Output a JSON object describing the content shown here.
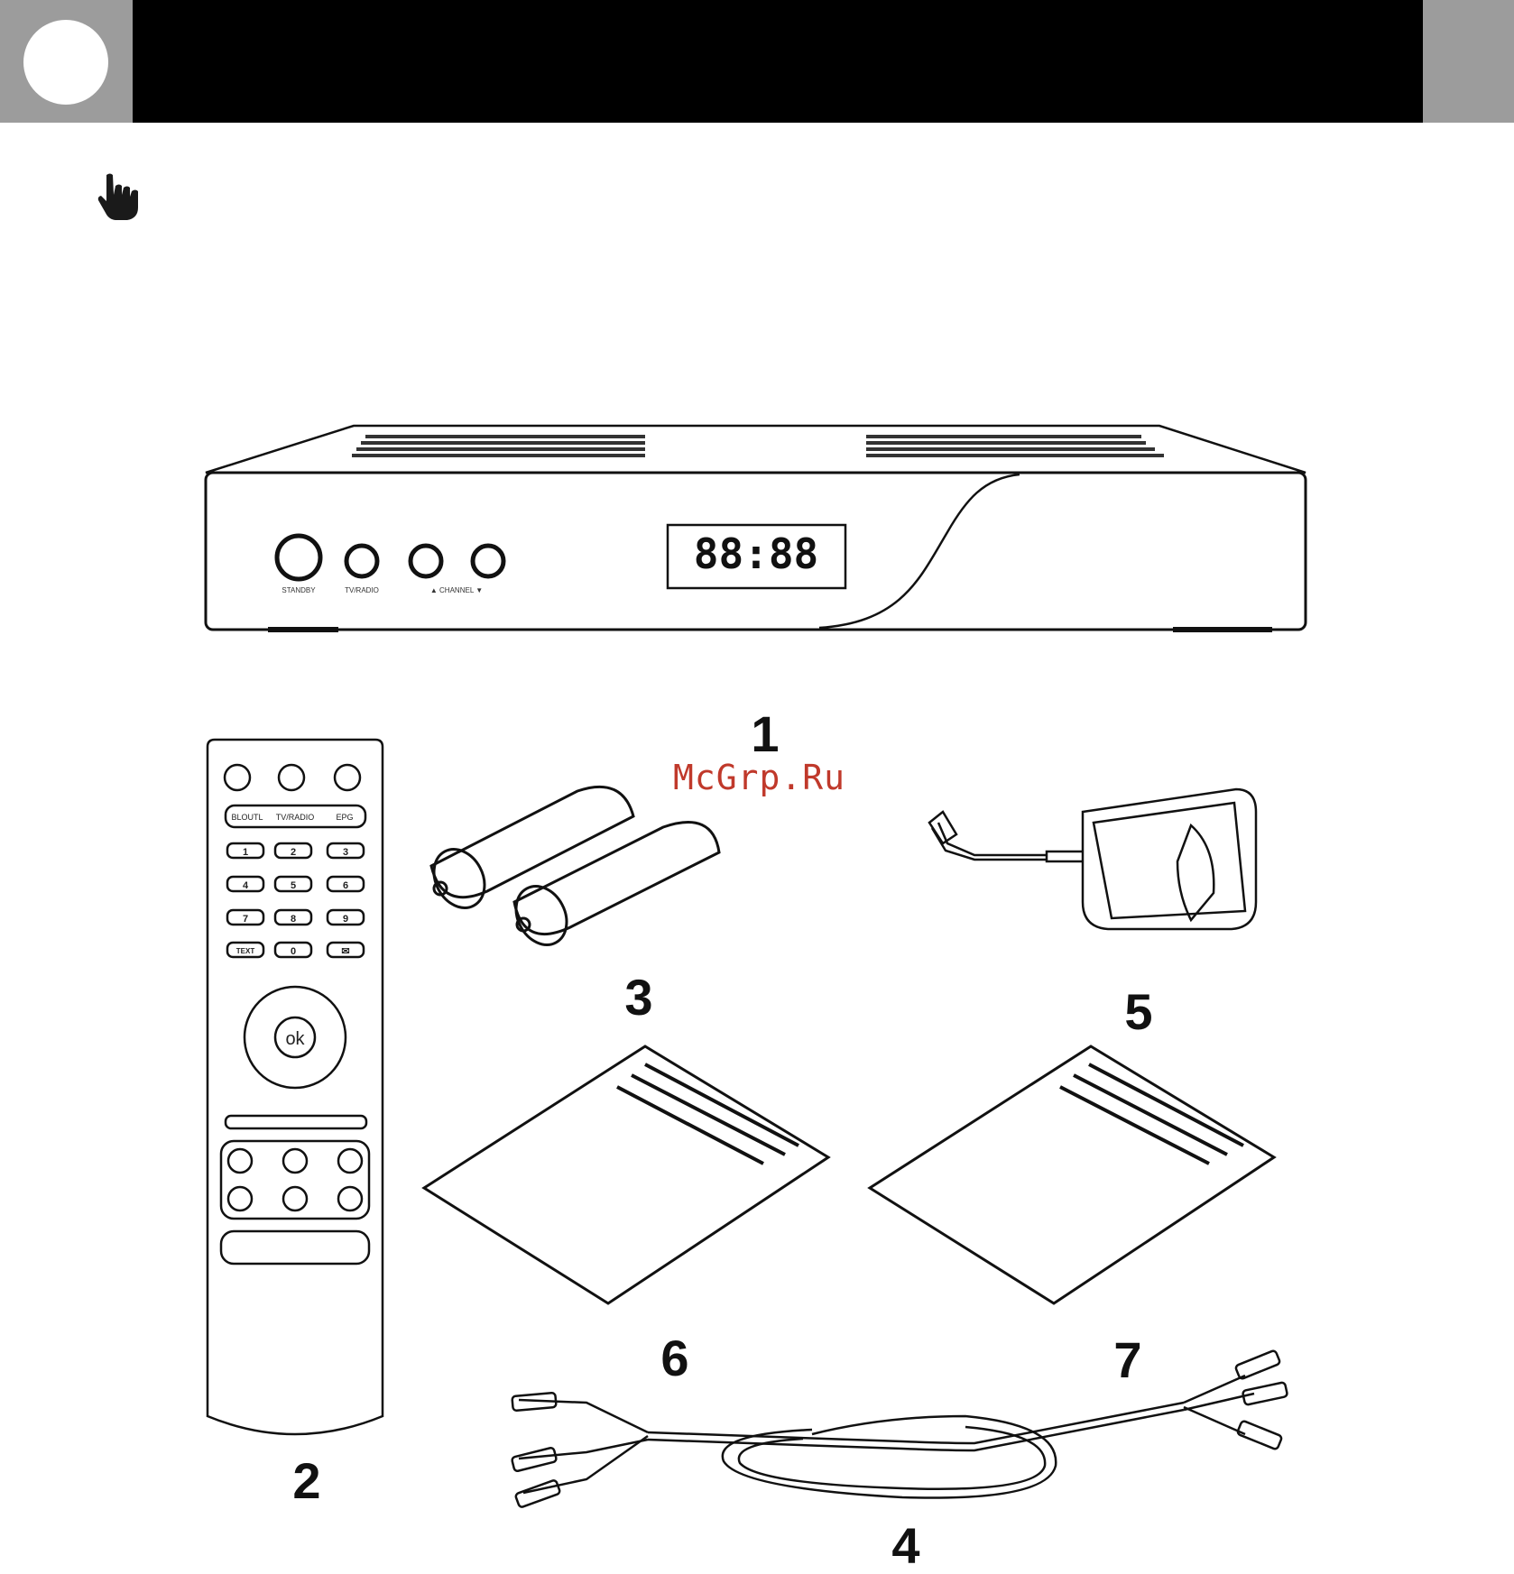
{
  "header": {
    "colors": {
      "bar": "#000000",
      "side": "#9c9c9c"
    }
  },
  "note_icon": "pointing-hand-icon",
  "receiver": {
    "display_text": "88:88",
    "button_labels": [
      "STANDBY",
      "TV/RADIO",
      "▲ CHANNEL ▼"
    ]
  },
  "remote": {
    "top_labels": [
      "BLOUTL",
      "TV/RADIO",
      "EPG"
    ],
    "keypad": [
      "1",
      "2",
      "3",
      "4",
      "5",
      "6",
      "7",
      "8",
      "9",
      "TEXT",
      "0",
      "✉"
    ],
    "ok_label": "ok"
  },
  "items": [
    {
      "number": "1"
    },
    {
      "number": "2"
    },
    {
      "number": "3"
    },
    {
      "number": "4"
    },
    {
      "number": "5"
    },
    {
      "number": "6"
    },
    {
      "number": "7"
    }
  ],
  "watermark": "McGrp.Ru",
  "accent_color": "#c0392b"
}
